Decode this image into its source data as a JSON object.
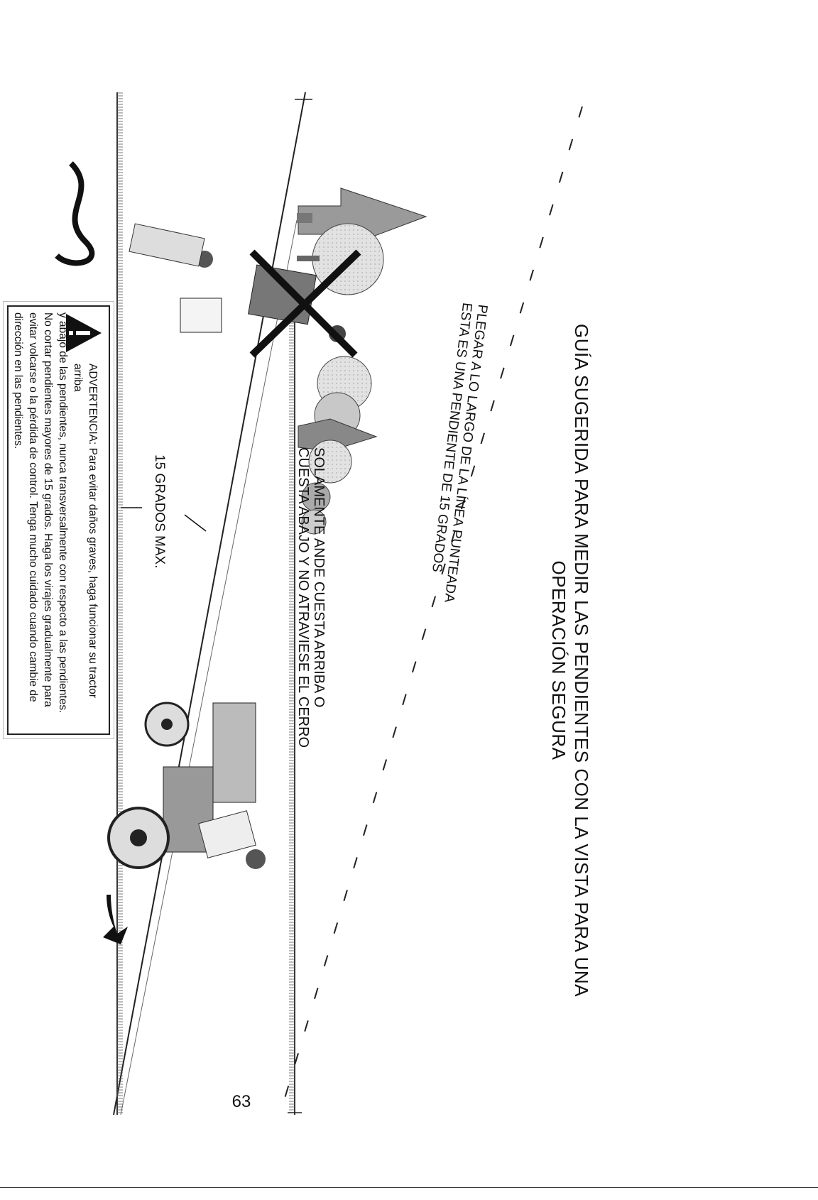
{
  "diagram": {
    "title_line1": "GUÍA SUGERIDA PARA MEDIR LAS PENDIENTES CON LA VISTA PARA UNA",
    "title_line2": "OPERACIÓN SEGURA",
    "dash_label_line1": "PLEGAR A LO LARGO DE LA LÍNEA PUNTEADA",
    "dash_label_line2": "ESTA ES UNA PENDIENTE DE 15 GRADOS",
    "hill_label_line1": "SOLAMENTE ANDE CUESTA ARRIBA O",
    "hill_label_line2": "CUESTA ABAJO Y NO ATRAVIESE EL CERRO",
    "angle_label": "15 GRADOS MAX."
  },
  "warning": {
    "text_line1": "ADVERTENCIA: Para evitar daños graves, haga funcionar su tractor arriba",
    "text_rest": "y abajo de las pendientes, nunca transversalmente con respecto a las pendientes. No cortar pendientes mayores de 15 grados. Haga los virajes gradualmente para evitar volcarse o la pérdida de control. Tenga mucho cuidado cuando cambie de dirección en las pendientes.",
    "icon": "warning-triangle-icon"
  },
  "footer": {
    "page_number": "63"
  }
}
